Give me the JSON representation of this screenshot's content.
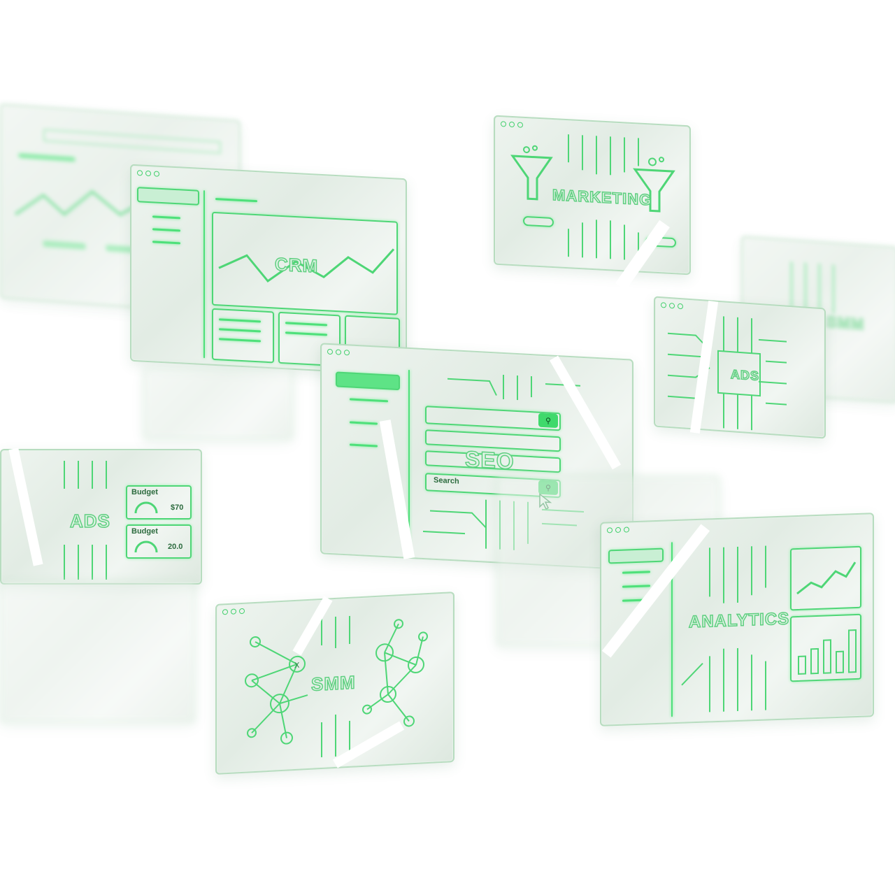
{
  "panels": {
    "crm": {
      "label": "CRM"
    },
    "marketing": {
      "label": "MARKETING"
    },
    "seo": {
      "label": "SEO",
      "search_placeholder": "Search"
    },
    "ads_right": {
      "label": "ADS"
    },
    "smm_right": {
      "label": "SMM"
    },
    "ads_left": {
      "label": "ADS",
      "budget1_label": "Budget",
      "budget1_value": "$70",
      "budget2_label": "Budget",
      "budget2_value": "20.0"
    },
    "smm": {
      "label": "SMM"
    },
    "analytics": {
      "label": "ANALYTICS"
    }
  },
  "colors": {
    "accent": "#3fd96c",
    "glass": "#e6efe8",
    "background": "#ffffff"
  },
  "icons": [
    "funnel-icon",
    "search-icon",
    "cursor-icon",
    "gauge-icon",
    "x-icon",
    "facebook-icon",
    "instagram-icon",
    "user-icon",
    "mail-icon",
    "line-chart-icon",
    "bar-chart-icon"
  ]
}
